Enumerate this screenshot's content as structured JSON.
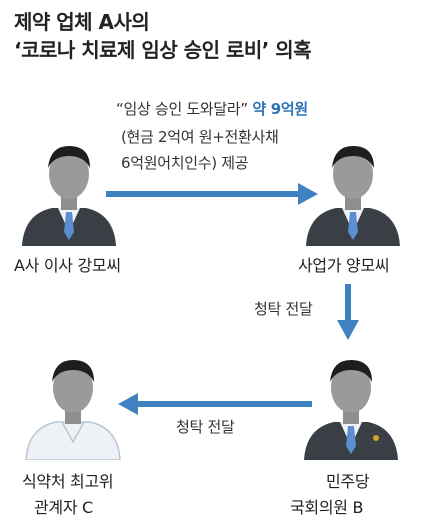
{
  "title": {
    "line1": "제약 업체 A사의",
    "line2": "‘코로나 치료제 임상 승인 로비’ 의혹"
  },
  "flow1": {
    "quote": "“임상 승인 도와달라”",
    "amount": "약 9억원",
    "detail1": "(현금 2억여 원+전환사채",
    "detail2": "6억원어치인수) 제공"
  },
  "flow2": {
    "label": "청탁 전달"
  },
  "flow3": {
    "label": "청탁 전달"
  },
  "people": {
    "a_director": "A사 이사 강모씨",
    "businessman": "사업가 양모씨",
    "mfds_line1": "식약처 최고위",
    "mfds_line2": "관계자 C",
    "lawmaker_line1": "민주당",
    "lawmaker_line2": "국회의원 B"
  },
  "colors": {
    "arrow": "#3f82c2",
    "highlight": "#2e74b5",
    "face": "#9a9a9a",
    "suit": "#3a3f46",
    "tie": "#5b8fd1",
    "hair": "#1e1e1e",
    "shirt": "#eef2f6"
  }
}
